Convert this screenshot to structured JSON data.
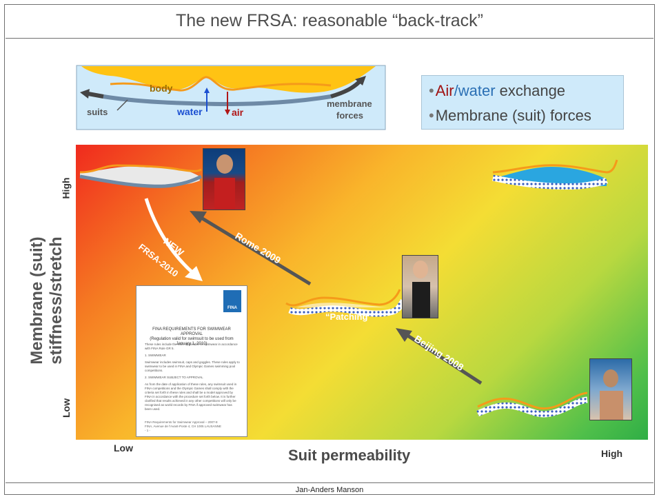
{
  "slide": {
    "title": "The new FRSA: reasonable “back-track”",
    "footer": "Jan-Anders Manson"
  },
  "schematic": {
    "body": "body",
    "water": "water",
    "air": "air",
    "suits": "suits",
    "membrane_forces_1": "membrane",
    "membrane_forces_2": "forces"
  },
  "legend": {
    "bullet": "•",
    "line1_air": "Air",
    "line1_slash": "/",
    "line1_water": "water",
    "line1_rest": " exchange",
    "line2": "Membrane (suit) forces"
  },
  "axes": {
    "y_label_1": "Membrane (suit)",
    "y_label_2": "stiffness/stretch",
    "y_high": "High",
    "y_low": "Low",
    "x_label": "Suit permeability",
    "x_low": "Low",
    "x_high": "High"
  },
  "annotations": {
    "new_1": "NEW",
    "new_2": "FRSA-2010",
    "rome": "Rome 2009",
    "beijing": "Beijing 2008",
    "patching": "“Patching”"
  },
  "document": {
    "logo": "FINA",
    "title_1": "FINA REQUIREMENTS FOR SWIMWEAR APPROVAL",
    "title_2": "(Regulation valid for swimsuit to be used from January 1, 2010)",
    "intro": "These rules include the rules applicable to swimwear in accordance with FINA Rule GR 5.",
    "s1": "1.  SWIMWEAR",
    "s1_text": "Swimwear includes swimsuit, caps and goggles. These rules apply to swimwear to be used in FINA and Olympic Games swimming pool competitions.",
    "s2": "2.  SWIMWEAR SUBJECT TO APPROVAL",
    "s2_text": "As from the date of application of these rules, any swimsuit used in FINA competitions and the Olympic Games shall comply with the criteria set forth in these rules and shall be a model approved by FINA in accordance with the procedure set forth below. It is further clarified that results achieved in any other competitions will only be recognised as world records by FINA if approved swimwear has been used.",
    "foot_1": "FINA Requirements for Swimwear Approval – 2007-8",
    "foot_2": "FINA, Avenue de l'Avant-Poste 4, CH 1005 LAUSANNE",
    "page": "- 1 -"
  },
  "colors": {
    "orange": "#f59a1a",
    "suit_gray": "#6e8aa6",
    "water_blue": "#1b4fd1",
    "air_red": "#b01616",
    "arrow_gray": "#555555"
  }
}
